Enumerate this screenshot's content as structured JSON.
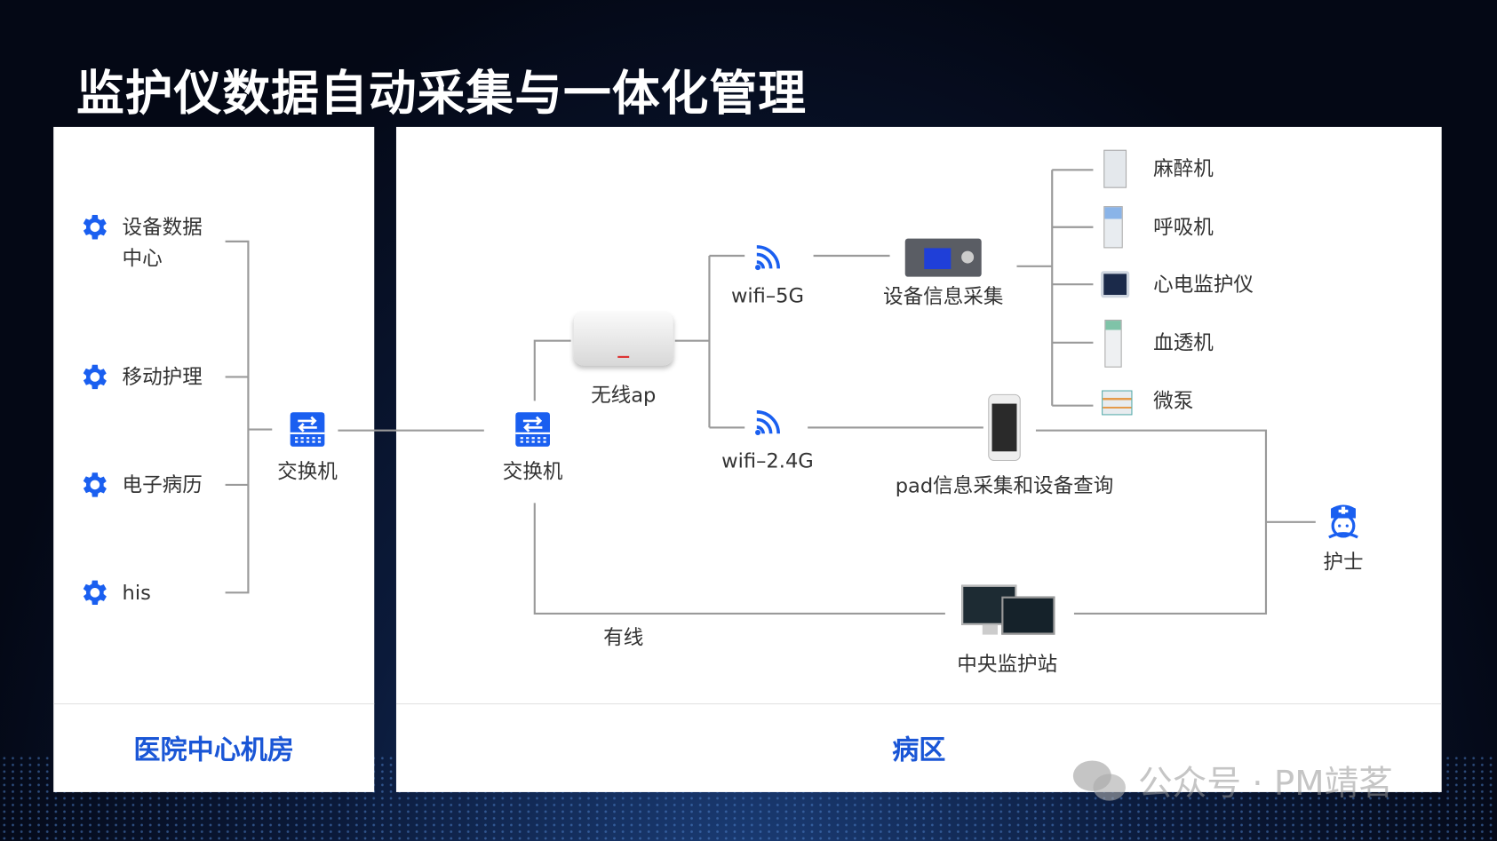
{
  "title": "监护仪数据自动采集与一体化管理",
  "left_panel": {
    "footer": "医院中心机房",
    "items": [
      {
        "label": "设备数据",
        "label2": "中心"
      },
      {
        "label": "移动护理"
      },
      {
        "label": "电子病历"
      },
      {
        "label": "his"
      }
    ],
    "switch_label": "交换机"
  },
  "right_panel": {
    "footer": "病区",
    "switch_label": "交换机",
    "ap_label": "无线ap",
    "wifi5": "wifi–5G",
    "wifi24": "wifi–2.4G",
    "collector": "设备信息采集",
    "pad": "pad信息采集和设备查询",
    "nurse": "护士",
    "station": "中央监护站",
    "wired": "有线",
    "devices": [
      "麻醉机",
      "呼吸机",
      "心电监护仪",
      "血透机",
      "微泵"
    ]
  },
  "watermark": "公众号 · PM靖茗",
  "colors": {
    "accent": "#1a5ff0",
    "line": "#999999"
  }
}
